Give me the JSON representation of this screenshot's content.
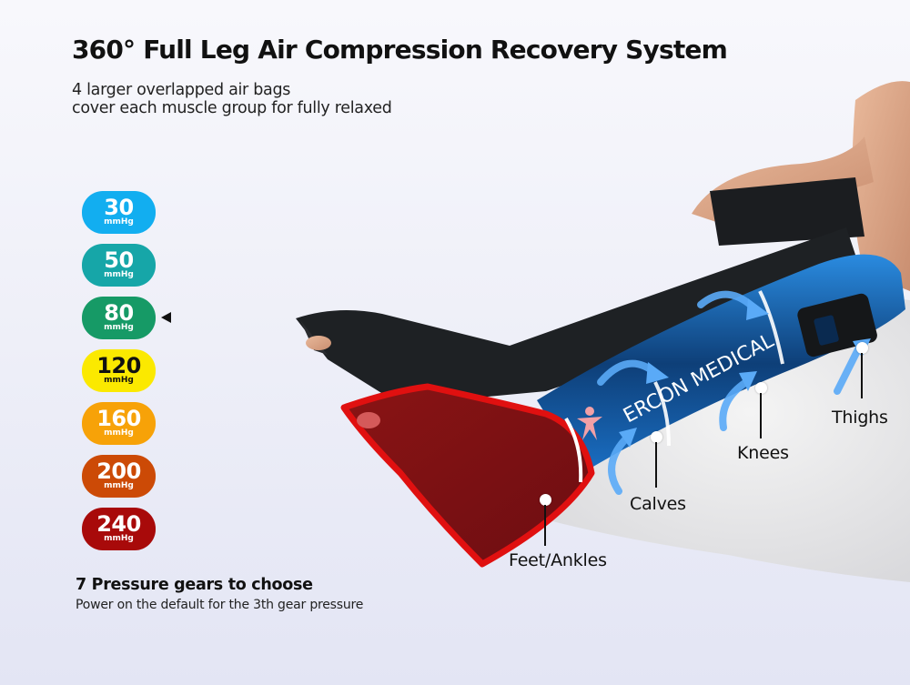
{
  "header": {
    "title": "360° Full Leg Air Compression Recovery System",
    "subtitle_line1": "4 larger overlapped air bags",
    "subtitle_line2": "cover each muscle group for fully relaxed"
  },
  "pressure_gears": {
    "unit": "mmHg",
    "selected_index": 2,
    "items": [
      {
        "value": "30",
        "color": "#12aef0",
        "text_color": "#ffffff"
      },
      {
        "value": "50",
        "color": "#16a6a8",
        "text_color": "#ffffff"
      },
      {
        "value": "80",
        "color": "#169a66",
        "text_color": "#ffffff"
      },
      {
        "value": "120",
        "color": "#fbe900",
        "text_color": "#111111"
      },
      {
        "value": "160",
        "color": "#f7a208",
        "text_color": "#ffffff"
      },
      {
        "value": "200",
        "color": "#cc4a06",
        "text_color": "#ffffff"
      },
      {
        "value": "240",
        "color": "#a80a0a",
        "text_color": "#ffffff"
      }
    ],
    "heading": "7 Pressure gears to choose",
    "note": "Power on the default for the 3th gear pressure"
  },
  "product": {
    "brand_text": "ERCON MEDICAL",
    "zones": [
      {
        "label": "Feet/Ankles"
      },
      {
        "label": "Calves"
      },
      {
        "label": "Knees"
      },
      {
        "label": "Thighs"
      }
    ],
    "colors": {
      "foot_zone": "#e01010",
      "leg_zone": "#1a7fd6",
      "sleeve": "#1e2124",
      "arrow": "#4aa3f5"
    }
  }
}
